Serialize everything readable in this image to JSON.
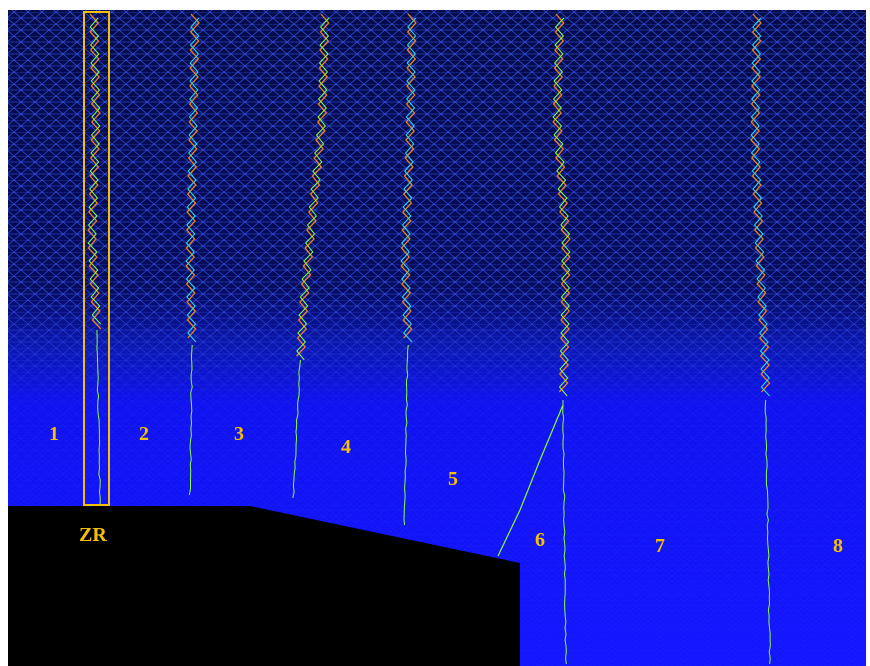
{
  "colors": {
    "background_top": "#050c4a",
    "background_bottom": "#1010ff",
    "mesh_line": "#3b5cff",
    "block": "#000000",
    "label": "#f5c000",
    "zr_box": "#f5c000",
    "crack_orange": "#f08020",
    "crack_green": "#8cff40",
    "crack_cyan": "#30e0e0"
  },
  "zone_labels": [
    "1",
    "2",
    "3",
    "4",
    "5",
    "6",
    "7",
    "8"
  ],
  "zr_label": "ZR"
}
